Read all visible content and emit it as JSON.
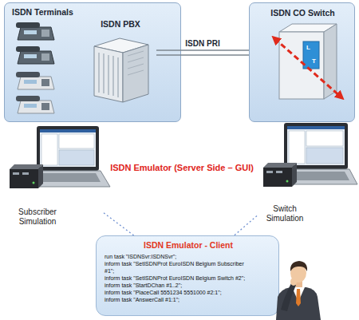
{
  "diagram": {
    "nodes": [
      {
        "text": [
          "ISDN Terminals"
        ]
      },
      {
        "text": [
          "ISDN PBX"
        ],
        "in": 0
      },
      {
        "text": [
          "ISDN CO Switch"
        ]
      },
      {
        "text": [
          "Subscriber Simulation"
        ]
      },
      {
        "text": [
          "Switch Simulation"
        ]
      },
      {
        "text": [
          "ISDN Emulator - Client",
          "run task \"ISDNSvr:ISDNSvr\";",
          "inform task \"SetISDNProt EuroISDN Belgium Subscriber #1\";",
          "inform task \"SetISDNProt EuroISDN Belgium Switch #2\";",
          "inform task \"StartDChan #1..2\";",
          "inform task \"PlaceCall 5551234 5551000 #2:1\";",
          "inform task \"AnswerCall #1:1\";"
        ]
      }
    ],
    "edges": [
      {
        "from": 1,
        "to": 2,
        "label": "ISDN PRI",
        "arrow": "none"
      },
      {
        "from": 3,
        "to": 5,
        "arrow": "none"
      },
      {
        "from": 4,
        "to": 5,
        "arrow": "none"
      }
    ],
    "labels": [
      "L",
      "T",
      "ISDN Emulator (Server Side – GUI)"
    ]
  }
}
